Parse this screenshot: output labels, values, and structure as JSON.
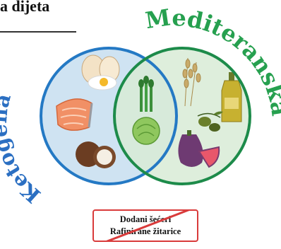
{
  "title": "a dijeta",
  "labels": {
    "left": "Ketogena",
    "right": "Mediteranska"
  },
  "excluded": [
    "Dodani šećeri",
    "Rafinirane žitarice"
  ],
  "colors": {
    "left_circle": "#2479c4",
    "left_fill": "#cfe3f2",
    "right_circle": "#1d8b4a",
    "right_fill": "#d8ebd6",
    "left_text": "#2b6fc2",
    "right_text": "#26a04f",
    "cross": "#d93b3b"
  },
  "icons": {
    "left": [
      "eggs-icon",
      "salmon-icon",
      "coconut-icon"
    ],
    "overlap": [
      "asparagus-icon",
      "cabbage-icon"
    ],
    "right": [
      "wheat-icon",
      "olive-oil-icon",
      "olives-icon",
      "fig-icon"
    ]
  }
}
